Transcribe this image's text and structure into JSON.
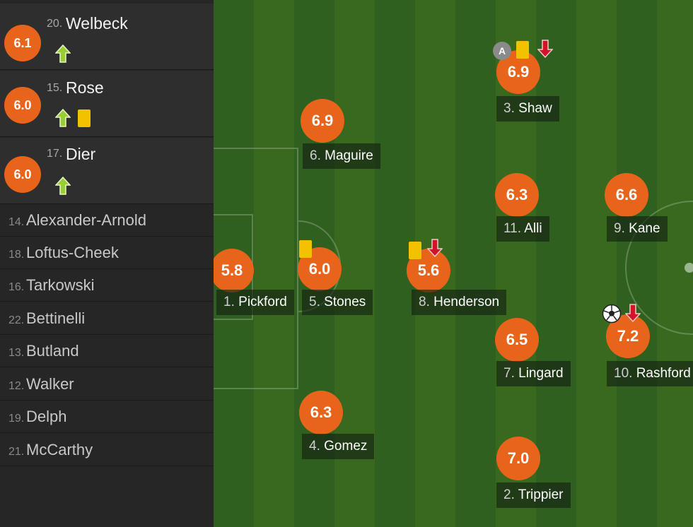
{
  "colors": {
    "rating": "#e8641a",
    "yellow_card": "#f2c200",
    "sub_in_arrow": "#9acd32",
    "sub_out_arrow": "#d2142a",
    "pitch_stripe_dark": "#30601f",
    "pitch_stripe_light": "#38691f",
    "sidebar_bg": "#262626"
  },
  "substitutes": [
    {
      "rating": "6.1",
      "number": "20.",
      "name": "Welbeck",
      "icons": [
        "sub-in-arrow-icon"
      ]
    },
    {
      "rating": "6.0",
      "number": "15.",
      "name": "Rose",
      "icons": [
        "sub-in-arrow-icon",
        "yellow-card-icon"
      ]
    },
    {
      "rating": "6.0",
      "number": "17.",
      "name": "Dier",
      "icons": [
        "sub-in-arrow-icon"
      ]
    }
  ],
  "bench": [
    {
      "number": "14.",
      "name": "Alexander-Arnold"
    },
    {
      "number": "18.",
      "name": "Loftus-Cheek"
    },
    {
      "number": "16.",
      "name": "Tarkowski"
    },
    {
      "number": "22.",
      "name": "Bettinelli"
    },
    {
      "number": "13.",
      "name": "Butland"
    },
    {
      "number": "12.",
      "name": "Walker"
    },
    {
      "number": "19.",
      "name": "Delph"
    },
    {
      "number": "21.",
      "name": "McCarthy"
    }
  ],
  "players": {
    "shaw": {
      "rating": "6.9",
      "number": "3.",
      "name": "Shaw",
      "icons": [
        "captain-icon",
        "yellow-card-icon",
        "sub-out-arrow-icon"
      ]
    },
    "maguire": {
      "rating": "6.9",
      "number": "6.",
      "name": "Maguire"
    },
    "alli": {
      "rating": "6.3",
      "number": "11.",
      "name": "Alli"
    },
    "kane": {
      "rating": "6.6",
      "number": "9.",
      "name": "Kane"
    },
    "pickford": {
      "rating": "5.8",
      "number": "1.",
      "name": "Pickford"
    },
    "stones": {
      "rating": "6.0",
      "number": "5.",
      "name": "Stones",
      "icons": [
        "yellow-card-icon"
      ]
    },
    "henderson": {
      "rating": "5.6",
      "number": "8.",
      "name": "Henderson",
      "icons": [
        "yellow-card-icon",
        "sub-out-arrow-icon"
      ]
    },
    "lingard": {
      "rating": "6.5",
      "number": "7.",
      "name": "Lingard"
    },
    "rashford": {
      "rating": "7.2",
      "number": "10.",
      "name": "Rashford",
      "icons": [
        "goal-ball-icon",
        "sub-out-arrow-icon"
      ]
    },
    "gomez": {
      "rating": "6.3",
      "number": "4.",
      "name": "Gomez"
    },
    "trippier": {
      "rating": "7.0",
      "number": "2.",
      "name": "Trippier"
    }
  },
  "captain_badge": "A"
}
